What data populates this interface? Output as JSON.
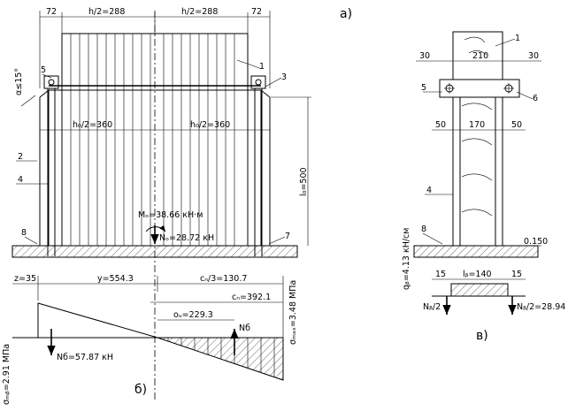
{
  "panel_a": {
    "label": "а)",
    "dims_top": [
      "72",
      "h/2=288",
      "h/2=288",
      "72"
    ],
    "dims_mid": [
      "h₀/2=360",
      "h₀/2=360"
    ],
    "angle": "α≤15°",
    "height_dim": "l₀=500",
    "moment": "Mₒ=38.66 кН·м",
    "force": "Nₒ=28.72 кН",
    "callouts": [
      "1",
      "2",
      "3",
      "4",
      "5",
      "7",
      "8"
    ]
  },
  "panel_b": {
    "label": "б)",
    "z": "z=35",
    "y": "y=554.3",
    "c": "cₙ/3=130.7",
    "cn": "cₙ=392.1",
    "ob": "oᵤ=229.3",
    "nb": "Nб",
    "nb_val": "Nб=57.87 кН",
    "sigma_left": "σₘᵦ=2.91 МПа",
    "sigma_right": "σₘₐₓ=3.48 МПа"
  },
  "panel_c": {
    "label": "в)",
    "dims_top": [
      "30",
      "210",
      "30"
    ],
    "dims_mid": [
      "50",
      "170",
      "50"
    ],
    "q": "qᵦ=4.13 кН/см",
    "level": "0.150",
    "dims_bot": [
      "15",
      "lᵦ=140",
      "15"
    ],
    "n_left": "Nᵦ/2",
    "n_right": "Nᵦ/2=28.94",
    "callouts": [
      "1",
      "4",
      "5",
      "6",
      "8"
    ]
  },
  "colors": {
    "ink": "#000000",
    "paper": "#ffffff"
  }
}
